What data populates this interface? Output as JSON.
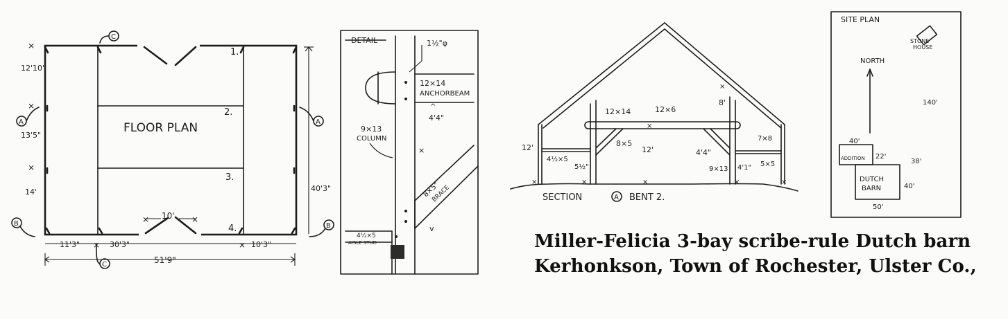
{
  "floor_plan": {
    "title": "FLOOR PLAN",
    "bays": [
      "1.",
      "2.",
      "3.",
      "4."
    ],
    "section_markers": [
      "A",
      "A",
      "B",
      "B",
      "C",
      "C"
    ],
    "dim_left": [
      "12'10\"",
      "13'5\"",
      "14'"
    ],
    "dim_right": "40'3\"",
    "dim_bottom": [
      "11'3\"",
      "30'3\"",
      "10'3\""
    ],
    "dim_total": "51'9\"",
    "door_width": "10'"
  },
  "detail": {
    "title": "DETAIL",
    "peg": "1½\"φ",
    "beam": [
      "12×14",
      "ANCHORBEAM"
    ],
    "beam_dim": "4'4\"",
    "column": [
      "9×13",
      "COLUMN"
    ],
    "brace": [
      "8×5\"",
      "BRACE"
    ],
    "aisle": [
      "4½×5",
      "AISLE STUD"
    ]
  },
  "section": {
    "labels": {
      "tie12x14": "12×14",
      "tie12x6": "12×6",
      "brace8x5": "8×5",
      "height12": "12'",
      "height12b": "12'",
      "dim8": "8'",
      "dim44": "4'4\"",
      "col913": "9×13",
      "dim41": "4'1\"",
      "stud45": "4½×5",
      "dim5": "5½\"",
      "sill7x8": "7×8",
      "stud5x5": "5×5"
    },
    "caption_prefix": "SECTION",
    "caption_marker": "A",
    "caption_suffix": "BENT 2."
  },
  "site_plan": {
    "title": "SITE PLAN",
    "stone_house": [
      "STONE",
      "HOUSE"
    ],
    "north": "NORTH",
    "dim140": "140'",
    "dim40": "40'",
    "dim22": "22'",
    "dim38": "38'",
    "addition": "ADDITION",
    "dutch_barn": [
      "DUTCH",
      "BARN"
    ],
    "dim40b": "40'",
    "dim50": "50'"
  },
  "caption": {
    "line1": "Miller-Felicia 3-bay scribe-rule Dutch barn",
    "line2": "Kerhonkson, Town of Rochester, Ulster Co.,"
  }
}
